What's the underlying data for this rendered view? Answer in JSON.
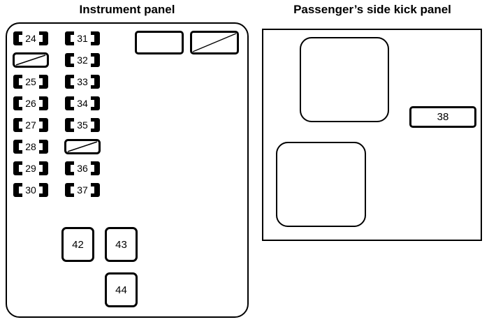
{
  "diagram": {
    "title_left": "Instrument panel",
    "title_right": "Passenger’s side kick panel",
    "stroke_color": "#000000",
    "background_color": "#ffffff"
  },
  "instrument_panel": {
    "title": "Instrument panel",
    "fuse_column_left": [
      {
        "label": "24",
        "type": "fuse"
      },
      {
        "label": "",
        "type": "blank"
      },
      {
        "label": "25",
        "type": "fuse"
      },
      {
        "label": "26",
        "type": "fuse"
      },
      {
        "label": "27",
        "type": "fuse"
      },
      {
        "label": "28",
        "type": "fuse"
      },
      {
        "label": "29",
        "type": "fuse"
      },
      {
        "label": "30",
        "type": "fuse"
      }
    ],
    "fuse_column_right": [
      {
        "label": "31",
        "type": "fuse"
      },
      {
        "label": "32",
        "type": "fuse"
      },
      {
        "label": "33",
        "type": "fuse"
      },
      {
        "label": "34",
        "type": "fuse"
      },
      {
        "label": "35",
        "type": "fuse"
      },
      {
        "label": "",
        "type": "blank"
      },
      {
        "label": "36",
        "type": "fuse"
      },
      {
        "label": "37",
        "type": "fuse"
      }
    ],
    "relays": [
      {
        "label": "",
        "type": "empty"
      },
      {
        "label": "",
        "type": "blank"
      }
    ],
    "blocks": [
      {
        "label": "42"
      },
      {
        "label": "43"
      },
      {
        "label": "44"
      }
    ]
  },
  "passenger_panel": {
    "title": "Passenger’s side kick panel",
    "slots": [
      {
        "label": "",
        "type": "empty-large"
      },
      {
        "label": "",
        "type": "empty-large"
      }
    ],
    "fuses": [
      {
        "label": "38"
      }
    ]
  }
}
